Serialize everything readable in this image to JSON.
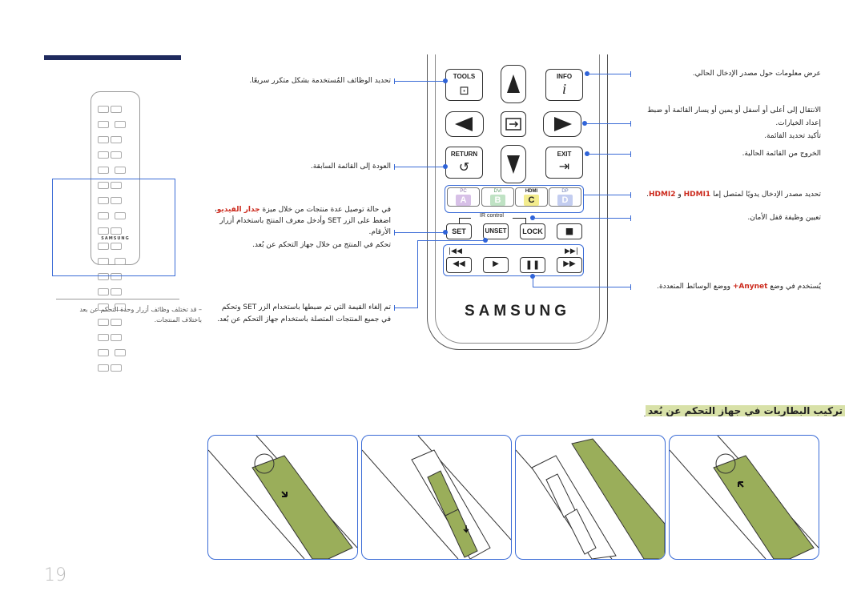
{
  "page_number": "19",
  "section_title": "تركيب البطاريات في جهاز التحكم عن بُعد",
  "left_note": {
    "line1": "– قد تختلف وظائف أزرار وحدة التحكم عن بعد",
    "line2": "باختلاف المنتجات."
  },
  "mini_remote": {
    "logo": "SAMSUNG"
  },
  "remote": {
    "buttons": {
      "tools": "TOOLS",
      "info": "INFO",
      "info_glyph": "i",
      "return": "RETURN",
      "exit": "EXIT",
      "set": "SET",
      "unset": "UNSET",
      "lock": "LOCK",
      "ir_control": "IR control"
    },
    "color_buttons": [
      {
        "small": "PC",
        "big": "A",
        "fill": "#d7c0e7"
      },
      {
        "small": "DVI",
        "big": "B",
        "fill": "#bfe2c4"
      },
      {
        "small": "HDMI",
        "big": "C",
        "fill": "#f3ec8e"
      },
      {
        "small": "DP",
        "big": "D",
        "fill": "#c3cdf0"
      }
    ],
    "logo": "SAMSUNG"
  },
  "callouts_left": {
    "tools": "تحديد الوظائف المُستخدمة بشكل متكرر سريعًا.",
    "return": "العودة إلى القائمة السابقة.",
    "set_line1_pre": "في حالة توصيل عدة منتجات من خلال ميزة ",
    "set_line1_red": "جدار الفيديو",
    "set_line1_post": "،",
    "set_line2": "اضغط على الزر SET وأدخل معرف المنتج باستخدام أزرار",
    "set_line3": "الأرقام.",
    "set_line4": "تحكم في المنتج من خلال جهاز التحكم عن بُعد.",
    "unset_line1": "تم إلغاء القيمة التي تم ضبطها باستخدام الزر SET وتحكم",
    "unset_line2": "في جميع المنتجات المتصلة باستخدام جهاز التحكم عن بُعد."
  },
  "callouts_right": {
    "info": "عرض معلومات حول مصدر الإدخال الحالي.",
    "nav_line1": "الانتقال إلى أعلى أو أسفل أو يمين أو يسار القائمة أو ضبط",
    "nav_line2": "إعداد الخيارات.",
    "nav_line3": "تأكيد تحديد القائمة.",
    "exit": "الخروج من القائمة الحالية.",
    "hdmi_pre": "تحديد مصدر الإدخال يدويًا لمتصل إما ",
    "hdmi_red1": "HDMI1",
    "hdmi_mid": " و ",
    "hdmi_red2": "HDMI2",
    "hdmi_post": ".",
    "lock": "تعيين وظيفة قفل الأمان.",
    "anynet_pre": "يُستخدم في وضع ",
    "anynet_red": "Anynet+",
    "anynet_post": " ووضع الوسائط المتعددة."
  },
  "colors": {
    "accent_blue": "#3a6bd6",
    "dark_navy": "#1f2a5e",
    "highlight_red": "#cc2a1d",
    "title_highlight": "#d8e1a8",
    "battery_cover_green": "#9aae5a"
  }
}
